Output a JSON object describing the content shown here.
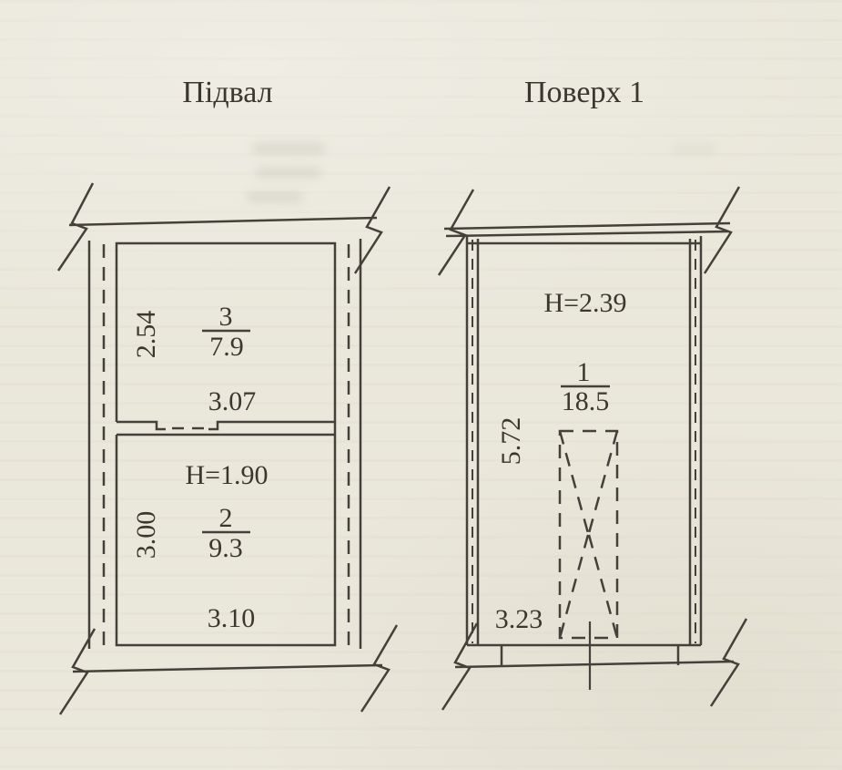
{
  "document": {
    "type": "floor-plan-scan",
    "colors": {
      "paper": "#e9e6da",
      "ink": "#45413a"
    },
    "plans": [
      {
        "id": "basement",
        "title": "Підвал",
        "rooms": [
          {
            "number": "3",
            "area": "7.9",
            "width_m": "3.07",
            "depth_m": "2.54"
          },
          {
            "number": "2",
            "area": "9.3",
            "width_m": "3.10",
            "depth_m": "3.00",
            "height_note": "H=1.90"
          }
        ]
      },
      {
        "id": "floor1",
        "title": "Поверх 1",
        "rooms": [
          {
            "number": "1",
            "area": "18.5",
            "width_m": "3.23",
            "depth_m": "5.72",
            "height_note": "H=2.39"
          }
        ]
      }
    ]
  }
}
